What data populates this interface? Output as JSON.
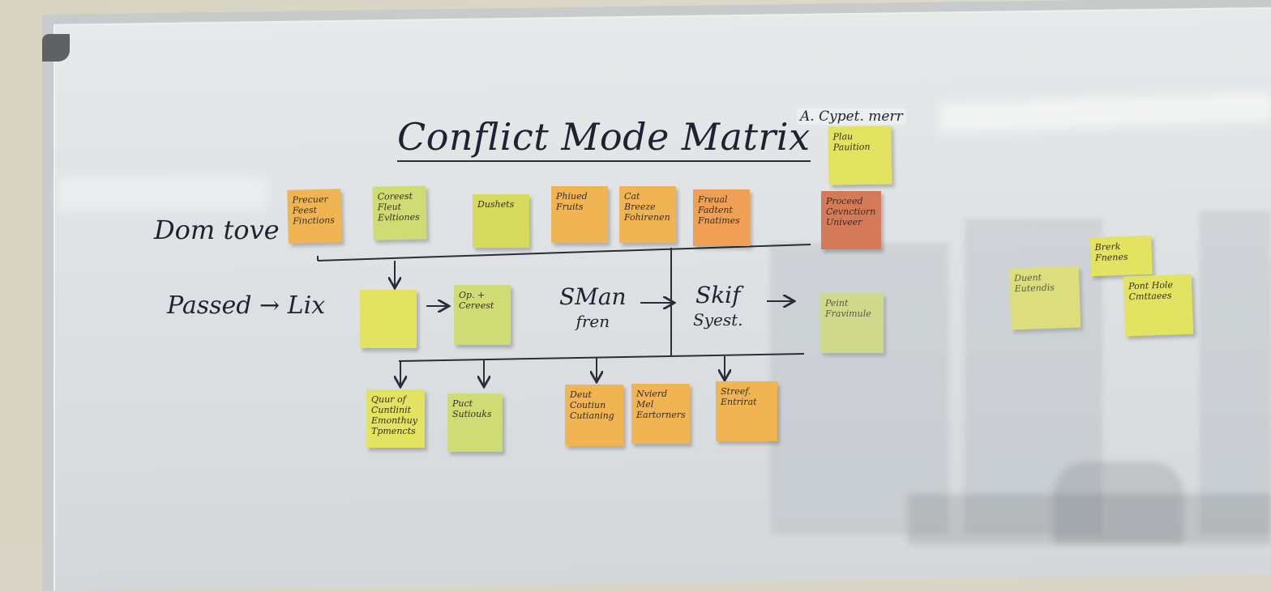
{
  "whiteboard": {
    "title": "Conflict Mode Matrix",
    "subtitle": "A. Cypet. merr",
    "row_labels": {
      "top": "Dom tove  -",
      "middle": "Passed  →  Lix"
    },
    "middle_text": {
      "sman": "SMan",
      "sman_sub": "fren",
      "skif": "Skif",
      "skif_sub": "Syest."
    },
    "notes": {
      "top_right_1": "Plau Pauition",
      "row1": [
        "Precuer Feest Finctions",
        "Coreest Fleut Evltiones",
        "Dushets",
        "Phiued Fruits",
        "Cat Breeze Fohirenen",
        "Freual Fadtent Fnatimes",
        "Proceed Cevnctiorn Univeer"
      ],
      "row2": [
        "",
        "Op. + Cereest",
        "Peint Fravimule"
      ],
      "row3": [
        "Quur of Cuntlinit Emonthuy Tpmencts",
        "Puct Sutiouks",
        "Deut Coutiun Cutianing",
        "Nvierd Mel Eartorners",
        "Streef. Entrirat"
      ],
      "right": [
        "Brerk Fnenes",
        "Duent Eutendis",
        "Pont Hole Cmttaees"
      ]
    }
  }
}
